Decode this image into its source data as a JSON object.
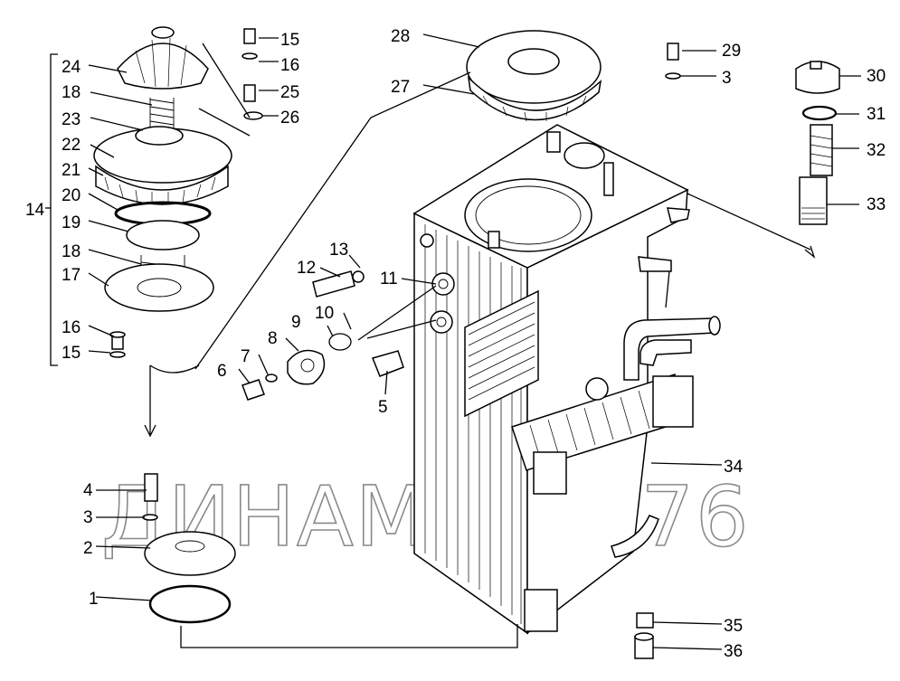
{
  "watermark": "ДИНАМИКА 76",
  "callouts": [
    {
      "id": "c1",
      "text": "1"
    },
    {
      "id": "c2",
      "text": "2"
    },
    {
      "id": "c3a",
      "text": "3"
    },
    {
      "id": "c3b",
      "text": "3"
    },
    {
      "id": "c4",
      "text": "4"
    },
    {
      "id": "c5",
      "text": "5"
    },
    {
      "id": "c6",
      "text": "6"
    },
    {
      "id": "c7",
      "text": "7"
    },
    {
      "id": "c8",
      "text": "8"
    },
    {
      "id": "c9",
      "text": "9"
    },
    {
      "id": "c10",
      "text": "10"
    },
    {
      "id": "c11",
      "text": "11"
    },
    {
      "id": "c12",
      "text": "12"
    },
    {
      "id": "c13",
      "text": "13"
    },
    {
      "id": "c14",
      "text": "14"
    },
    {
      "id": "c15a",
      "text": "15"
    },
    {
      "id": "c15b",
      "text": "15"
    },
    {
      "id": "c16a",
      "text": "16"
    },
    {
      "id": "c16b",
      "text": "16"
    },
    {
      "id": "c17",
      "text": "17"
    },
    {
      "id": "c18a",
      "text": "18"
    },
    {
      "id": "c18b",
      "text": "18"
    },
    {
      "id": "c19",
      "text": "19"
    },
    {
      "id": "c20",
      "text": "20"
    },
    {
      "id": "c21",
      "text": "21"
    },
    {
      "id": "c22",
      "text": "22"
    },
    {
      "id": "c23",
      "text": "23"
    },
    {
      "id": "c24",
      "text": "24"
    },
    {
      "id": "c25",
      "text": "25"
    },
    {
      "id": "c26",
      "text": "26"
    },
    {
      "id": "c27",
      "text": "27"
    },
    {
      "id": "c28",
      "text": "28"
    },
    {
      "id": "c29",
      "text": "29"
    },
    {
      "id": "c30",
      "text": "30"
    },
    {
      "id": "c31",
      "text": "31"
    },
    {
      "id": "c32",
      "text": "32"
    },
    {
      "id": "c33",
      "text": "33"
    },
    {
      "id": "c34",
      "text": "34"
    },
    {
      "id": "c35",
      "text": "35"
    },
    {
      "id": "c36",
      "text": "36"
    }
  ]
}
